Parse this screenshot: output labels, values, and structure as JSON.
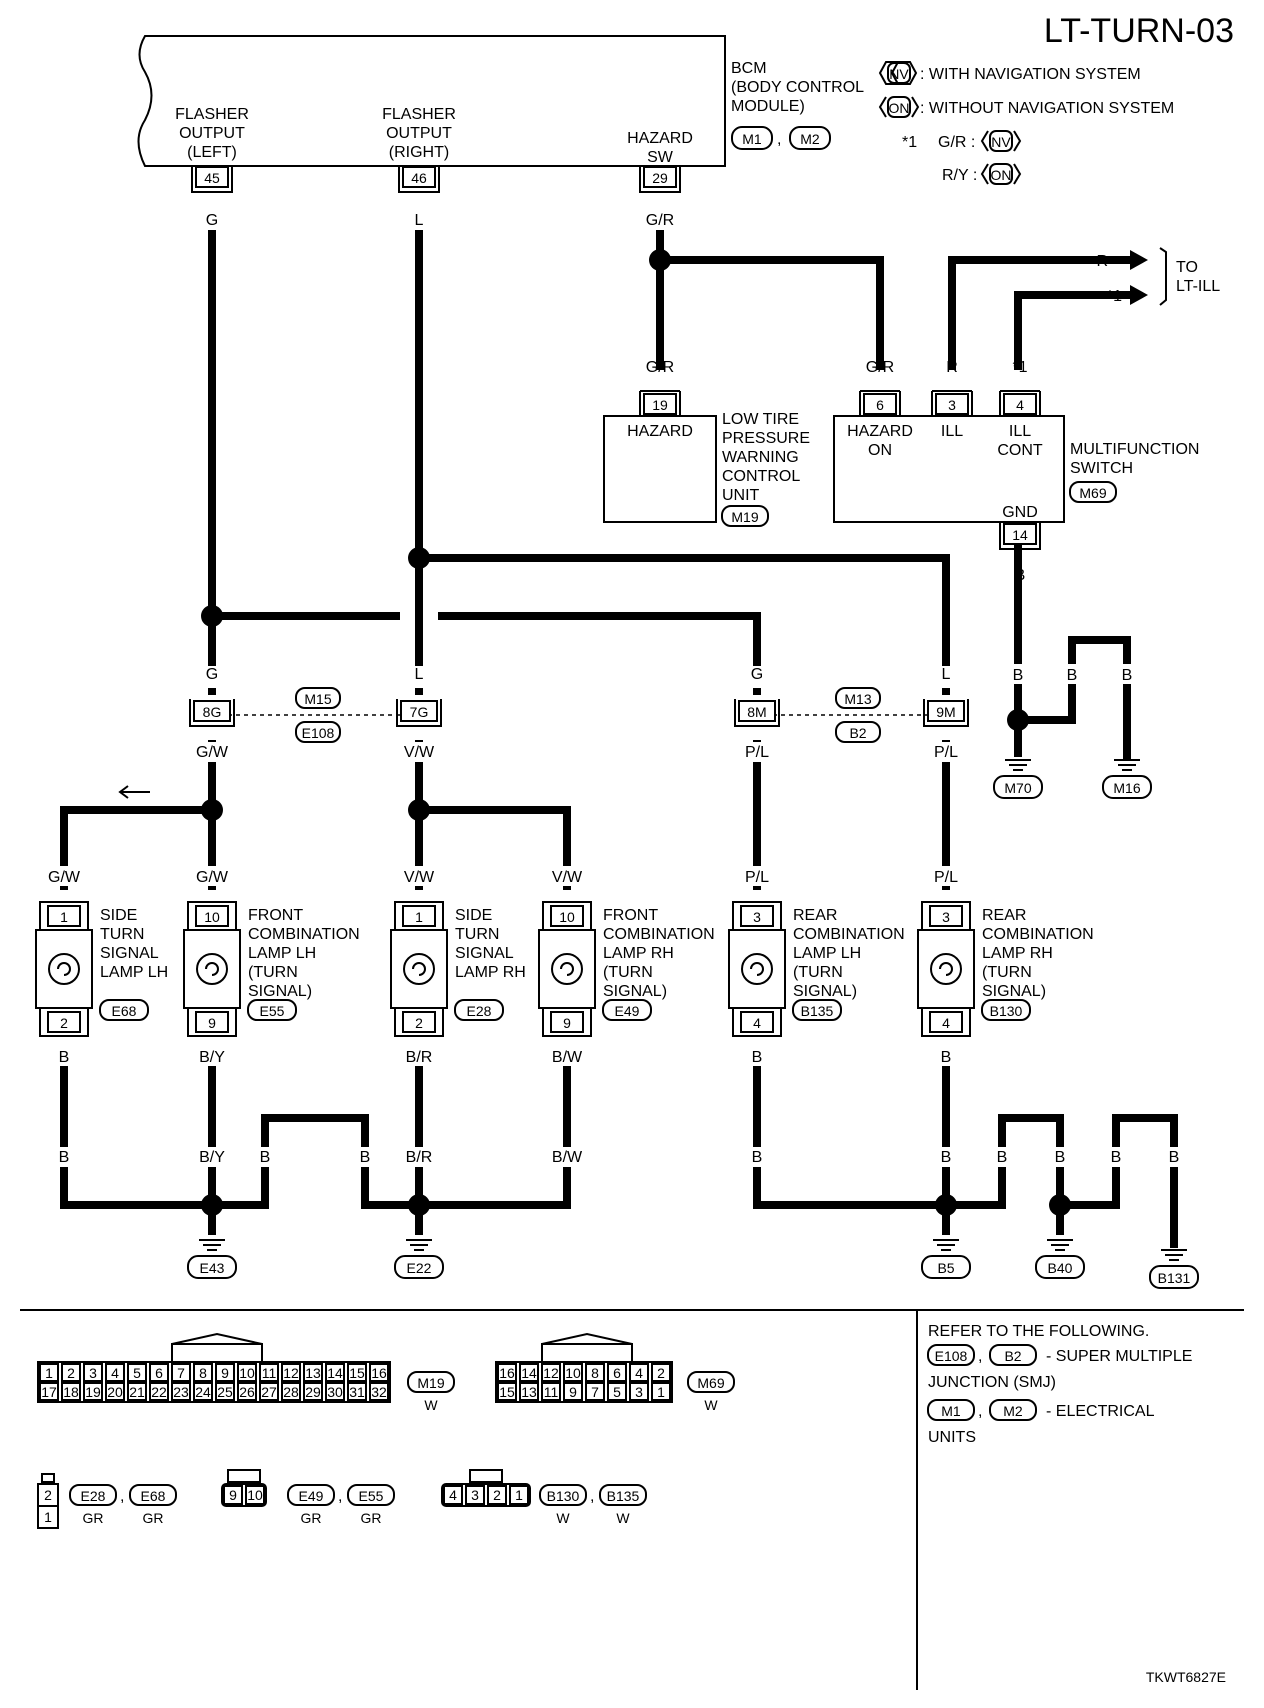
{
  "header": {
    "diagram_id": "LT-TURN-03",
    "doc_code": "TKWT6827E"
  },
  "legend": {
    "nv_tag": "NV",
    "nv_text": ": WITH NAVIGATION SYSTEM",
    "on_tag": "ON",
    "on_text": ": WITHOUT NAVIGATION SYSTEM",
    "note_mark": "*1",
    "note_gr": "G/R :",
    "note_ry": "R/Y :"
  },
  "bcm": {
    "name": [
      "BCM",
      "(BODY CONTROL",
      " MODULE)"
    ],
    "connectors": [
      "M1",
      "M2"
    ],
    "comma": ",",
    "pins": [
      {
        "lines": [
          "FLASHER",
          "OUTPUT",
          "(LEFT)"
        ],
        "pin": "45",
        "wire": "G"
      },
      {
        "lines": [
          "FLASHER",
          "OUTPUT",
          "(RIGHT)"
        ],
        "pin": "46",
        "wire": "L"
      },
      {
        "lines": [
          "HAZARD",
          "SW"
        ],
        "pin": "29",
        "wire": "G/R"
      }
    ]
  },
  "tpms": {
    "pin": "19",
    "wire": "G/R",
    "pin_label": "HAZARD",
    "name": [
      "LOW TIRE",
      "PRESSURE",
      "WARNING",
      "CONTROL",
      "UNIT"
    ],
    "connector": "M19"
  },
  "mfs": {
    "name": [
      "MULTIFUNCTION",
      "SWITCH"
    ],
    "connector": "M69",
    "pins": [
      {
        "pin": "6",
        "wire": "G/R",
        "lines": [
          "HAZARD",
          "ON"
        ]
      },
      {
        "pin": "3",
        "wire": "R",
        "lines": [
          "ILL"
        ]
      },
      {
        "pin": "4",
        "wire": "*1",
        "lines": [
          "ILL",
          "CONT"
        ]
      }
    ],
    "gnd_label": "GND",
    "gnd_pin": "14",
    "gnd_wire": "B",
    "to_text": [
      "TO",
      "LT-ILL"
    ],
    "to_wires": [
      "R",
      "*1"
    ]
  },
  "joints": {
    "j1": {
      "pin": "8G",
      "top_wire": "G",
      "bottom_wire": "G/W"
    },
    "j2": {
      "pin": "7G",
      "top_wire": "L",
      "bottom_wire": "V/W"
    },
    "j3": {
      "pin": "8M",
      "top_wire": "G",
      "bottom_wire": "P/L"
    },
    "j4": {
      "pin": "9M",
      "top_wire": "L",
      "bottom_wire": "P/L"
    },
    "c_a_top": "M15",
    "c_a_bottom": "E108",
    "c_b_top": "M13",
    "c_b_bottom": "B2"
  },
  "lamps": [
    {
      "pin_top": "1",
      "pin_bottom": "2",
      "wire_top": "G/W",
      "wire_bottom": "B",
      "lines": [
        "SIDE",
        "TURN",
        "SIGNAL",
        "LAMP LH"
      ],
      "connector": "E68"
    },
    {
      "pin_top": "10",
      "pin_bottom": "9",
      "wire_top": "G/W",
      "wire_bottom": "B/Y",
      "lines": [
        "FRONT",
        "COMBINATION",
        "LAMP LH",
        "(TURN",
        " SIGNAL)"
      ],
      "connector": "E55"
    },
    {
      "pin_top": "1",
      "pin_bottom": "2",
      "wire_top": "V/W",
      "wire_bottom": "B/R",
      "lines": [
        "SIDE",
        "TURN",
        "SIGNAL",
        "LAMP RH"
      ],
      "connector": "E28"
    },
    {
      "pin_top": "10",
      "pin_bottom": "9",
      "wire_top": "V/W",
      "wire_bottom": "B/W",
      "lines": [
        "FRONT",
        "COMBINATION",
        "LAMP RH",
        "(TURN",
        " SIGNAL)"
      ],
      "connector": "E49"
    },
    {
      "pin_top": "3",
      "pin_bottom": "4",
      "wire_top": "P/L",
      "wire_bottom": "B",
      "lines": [
        "REAR",
        "COMBINATION",
        "LAMP LH",
        "(TURN",
        " SIGNAL)"
      ],
      "connector": "B135"
    },
    {
      "pin_top": "3",
      "pin_bottom": "4",
      "wire_top": "P/L",
      "wire_bottom": "B",
      "lines": [
        "REAR",
        "COMBINATION",
        "LAMP RH",
        "(TURN",
        " SIGNAL)"
      ],
      "connector": "B130"
    }
  ],
  "grounds": {
    "names": [
      "E43",
      "E22",
      "B5",
      "B40",
      "B131",
      "M70",
      "M16"
    ],
    "wire": "B",
    "bottom_wires": [
      "B",
      "B/Y",
      "B",
      "B",
      "B/R",
      "B/W",
      "B",
      "B",
      "B",
      "B",
      "B",
      "B"
    ],
    "mfs_branch_wires": [
      "B",
      "B",
      "B"
    ]
  },
  "connector_views": {
    "m19_top": [
      "1",
      "2",
      "3",
      "4",
      "5",
      "6",
      "7",
      "8",
      "9",
      "10",
      "11",
      "12",
      "13",
      "14",
      "15",
      "16"
    ],
    "m19_bottom": [
      "17",
      "18",
      "19",
      "20",
      "21",
      "22",
      "23",
      "24",
      "25",
      "26",
      "27",
      "28",
      "29",
      "30",
      "31",
      "32"
    ],
    "m19_name": "M19",
    "m19_color": "W",
    "m69_top": [
      "16",
      "14",
      "12",
      "10",
      "8",
      "6",
      "4",
      "2"
    ],
    "m69_bottom": [
      "15",
      "13",
      "11",
      "9",
      "7",
      "5",
      "3",
      "1"
    ],
    "m69_name": "M69",
    "m69_color": "W",
    "c2": {
      "pins": [
        "2",
        "1"
      ],
      "names": [
        "E28",
        "E68"
      ],
      "colors": [
        "GR",
        "GR"
      ],
      "sep": ","
    },
    "c3": {
      "pins": [
        "9",
        "10"
      ],
      "names": [
        "E49",
        "E55"
      ],
      "colors": [
        "GR",
        "GR"
      ],
      "sep": ","
    },
    "c4": {
      "pins": [
        "4",
        "3",
        "2",
        "1"
      ],
      "names": [
        "B130",
        "B135"
      ],
      "colors": [
        "W",
        "W"
      ],
      "sep": ","
    }
  },
  "refer": {
    "title": "REFER TO THE FOLLOWING.",
    "line1_tags": [
      "E108",
      "B2"
    ],
    "line1_text": "- SUPER MULTIPLE",
    "line1_cont": "JUNCTION (SMJ)",
    "line2_tags": [
      "M1",
      "M2"
    ],
    "line2_text": "- ELECTRICAL",
    "line2_cont": "UNITS",
    "comma": ","
  }
}
